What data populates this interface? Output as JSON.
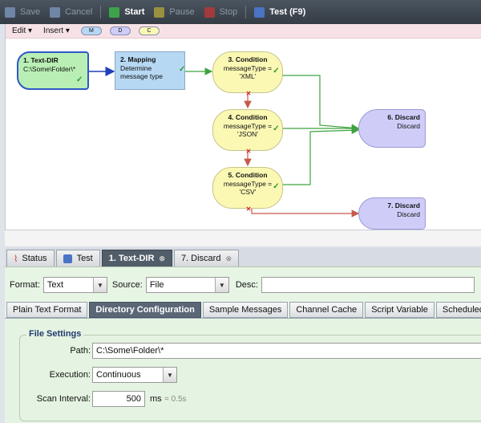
{
  "toolbar": {
    "save": "Save",
    "cancel": "Cancel",
    "start": "Start",
    "pause": "Pause",
    "stop": "Stop",
    "test": "Test (F9)"
  },
  "canvas_bar": {
    "edit": "Edit",
    "insert": "Insert",
    "pills": [
      "M",
      "D",
      "C"
    ]
  },
  "nodes": {
    "source": {
      "title": "1. Text-DIR",
      "line1": "C:\\Some\\Folder\\*"
    },
    "mapping": {
      "title": "2. Mapping",
      "line1": "Determine",
      "line2": "message type"
    },
    "cond3": {
      "title": "3. Condition",
      "line1": "messageType =",
      "line2": "'XML'"
    },
    "cond4": {
      "title": "4. Condition",
      "line1": "messageType =",
      "line2": "'JSON'"
    },
    "cond5": {
      "title": "5. Condition",
      "line1": "messageType =",
      "line2": "'CSV'"
    },
    "discard6": {
      "title": "6. Discard",
      "line1": "Discard"
    },
    "discard7": {
      "title": "7. Discard",
      "line1": "Discard"
    }
  },
  "tabs": [
    "Status",
    "Test",
    "1. Text-DIR",
    "7. Discard"
  ],
  "form": {
    "format_label": "Format:",
    "format_value": "Text",
    "source_label": "Source:",
    "source_value": "File",
    "desc_label": "Desc:",
    "desc_value": ""
  },
  "subtabs": [
    "Plain Text Format",
    "Directory Configuration",
    "Sample Messages",
    "Channel Cache",
    "Script Variable",
    "Scheduled"
  ],
  "file_settings": {
    "legend": "File Settings",
    "path_label": "Path:",
    "path_value": "C:\\Some\\Folder\\*",
    "execution_label": "Execution:",
    "execution_value": "Continuous",
    "scan_label": "Scan Interval:",
    "scan_value": "500",
    "scan_unit": "ms",
    "scan_hint": "= 0.5s"
  },
  "colors": {
    "toolbar": "#3d454f",
    "source_node": "#b9efb4",
    "mapping_node": "#b7d8f3",
    "condition_node": "#fbf8b4",
    "discard_node": "#cfcdf8",
    "panel": "#e5f4e2",
    "active_tab": "#525d6a"
  }
}
